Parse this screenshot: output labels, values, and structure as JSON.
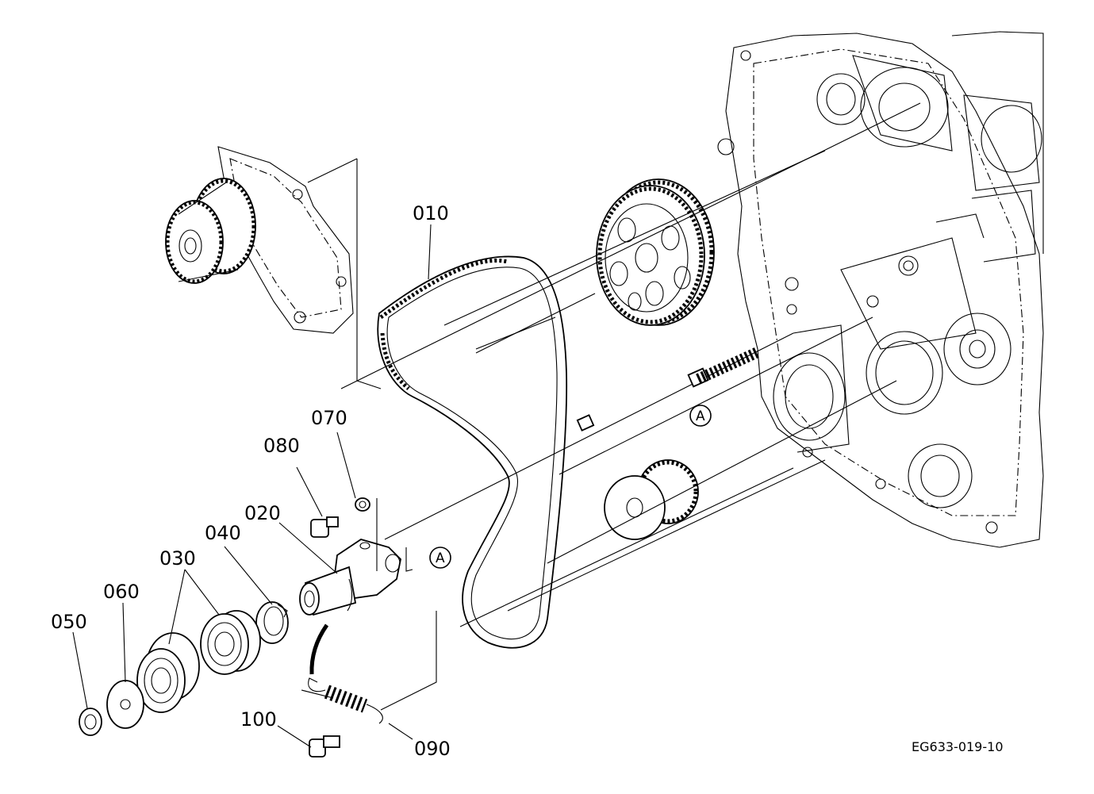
{
  "figure_code": "EG633-019-10",
  "callouts": {
    "p010": "010",
    "p020": "020",
    "p030": "030",
    "p040": "040",
    "p050": "050",
    "p060": "060",
    "p070": "070",
    "p080": "080",
    "p090": "090",
    "p100": "100"
  },
  "reference_marks": {
    "a1": "A",
    "a2": "A"
  }
}
